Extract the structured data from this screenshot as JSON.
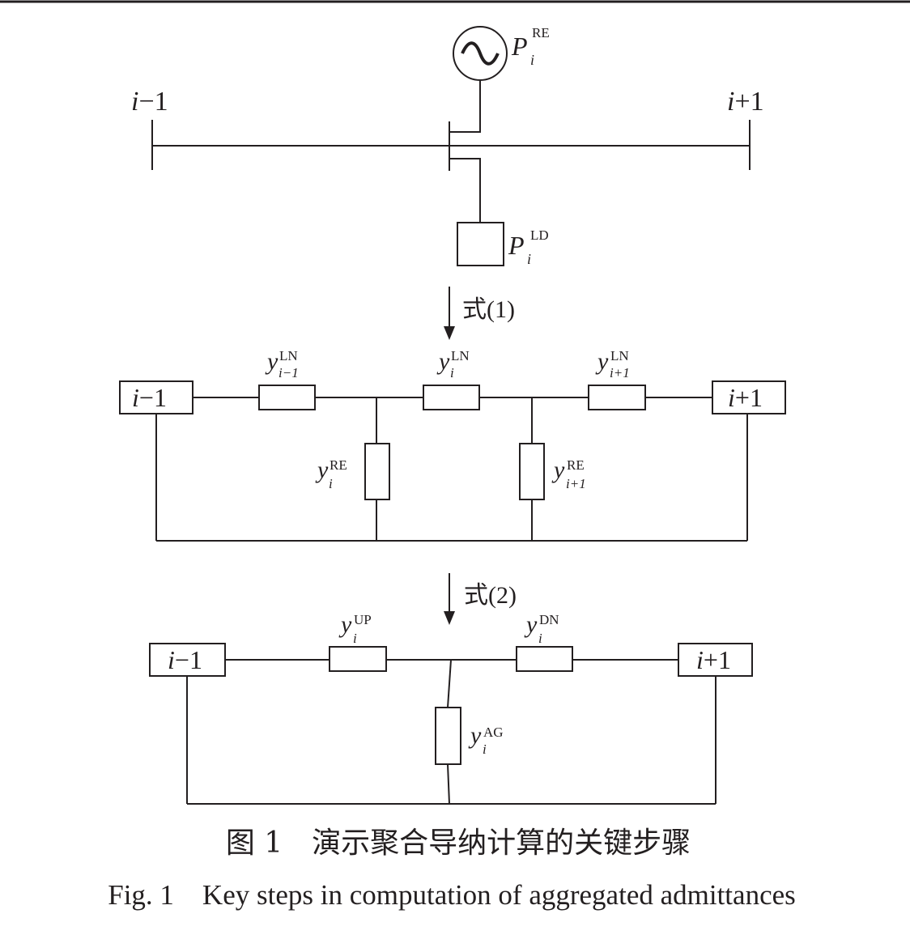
{
  "top": {
    "node_left": {
      "var": "i",
      "rest": "−1"
    },
    "node_right": {
      "var": "i",
      "rest": "+1"
    },
    "gen": {
      "sym": "P",
      "sub": "i",
      "sup": "RE"
    },
    "load": {
      "sym": "P",
      "sub": "i",
      "sup": "LD"
    }
  },
  "step1": {
    "label": "式(1)"
  },
  "mid": {
    "node_left": {
      "var": "i",
      "rest": "−1"
    },
    "node_right": {
      "var": "i",
      "rest": "+1"
    },
    "y_ln_prev": {
      "sym": "y",
      "sub": "i−1",
      "sup": "LN"
    },
    "y_ln": {
      "sym": "y",
      "sub": "i",
      "sup": "LN"
    },
    "y_ln_next": {
      "sym": "y",
      "sub": "i+1",
      "sup": "LN"
    },
    "y_re": {
      "sym": "y",
      "sub": "i",
      "sup": "RE"
    },
    "y_re_next": {
      "sym": "y",
      "sub": "i+1",
      "sup": "RE"
    }
  },
  "step2": {
    "label": "式(2)"
  },
  "bot": {
    "node_left": {
      "var": "i",
      "rest": "−1"
    },
    "node_right": {
      "var": "i",
      "rest": "+1"
    },
    "y_up": {
      "sym": "y",
      "sub": "i",
      "sup": "UP"
    },
    "y_dn": {
      "sym": "y",
      "sub": "i",
      "sup": "DN"
    },
    "y_ag": {
      "sym": "y",
      "sub": "i",
      "sup": "AG"
    }
  },
  "caption": {
    "cn": "图 1　演示聚合导纳计算的关键步骤",
    "en": "Fig. 1　Key steps in computation of aggregated admittances"
  }
}
